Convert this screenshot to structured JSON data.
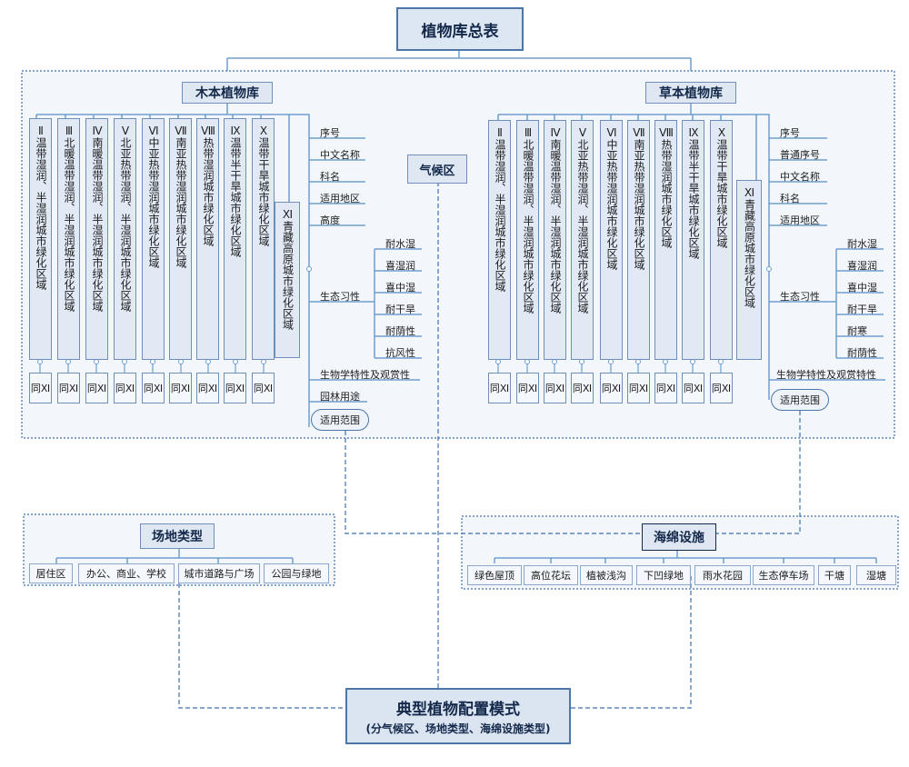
{
  "top": {
    "title": "植物库总表"
  },
  "climate": {
    "label": "气候区"
  },
  "woody": {
    "title": "木本植物库",
    "regions": [
      "Ⅱ温带湿润、半湿润城市绿化区域",
      "Ⅲ北暖温带湿润、半湿润城市绿化区域",
      "Ⅳ南暖温带湿润、半湿润城市绿化区域",
      "Ⅴ北亚热带湿润、半湿润城市绿化区域",
      "Ⅵ中亚热带湿润城市绿化区域",
      "Ⅶ南亚热带湿润城市绿化区域",
      "Ⅷ热带湿润城市绿化区域",
      "Ⅸ温带半干旱城市绿化区域",
      "Ⅹ温带干旱城市绿化区域"
    ],
    "tibet": "Ⅺ青藏高原城市绿化区域",
    "same": "同Ⅺ",
    "attrs": [
      "序号",
      "中文名称",
      "科名",
      "适用地区",
      "高度"
    ],
    "eco_label": "生态习性",
    "eco": [
      "耐水湿",
      "喜湿润",
      "喜中湿",
      "耐干旱",
      "耐荫性",
      "抗风性"
    ],
    "attrs2": [
      "生物学特性及观赏性",
      "园林用途"
    ],
    "scope": "适用范围"
  },
  "herb": {
    "title": "草本植物库",
    "regions": [
      "Ⅱ温带湿润、半湿润城市绿化区域",
      "Ⅲ北暖温带湿润、半湿润城市绿化区域",
      "Ⅳ南暖温带湿润、半湿润城市绿化区域",
      "Ⅴ北亚热带湿润、半湿润城市绿化区域",
      "Ⅵ中亚热带湿润城市绿化区域",
      "Ⅶ南亚热带湿润城市绿化区域",
      "Ⅷ热带湿润城市绿化区域",
      "Ⅸ温带半干旱城市绿化区域",
      "Ⅹ温带干旱城市绿化区域"
    ],
    "tibet": "Ⅺ青藏高原城市绿化区域",
    "same": "同Ⅺ",
    "attrs": [
      "序号",
      "普通序号",
      "中文名称",
      "科名",
      "适用地区"
    ],
    "eco_label": "生态习性",
    "eco": [
      "耐水湿",
      "喜湿润",
      "喜中湿",
      "耐干旱",
      "耐寒",
      "耐荫性"
    ],
    "attrs2": [
      "生物学特性及观赏特性"
    ],
    "scope": "适用范围"
  },
  "site": {
    "title": "场地类型",
    "items": [
      "居住区",
      "办公、商业、学校",
      "城市道路与广场",
      "公园与绿地"
    ]
  },
  "sponge": {
    "title": "海绵设施",
    "items": [
      "绿色屋顶",
      "高位花坛",
      "植被浅沟",
      "下凹绿地",
      "雨水花园",
      "生态停车场",
      "干塘",
      "湿塘"
    ]
  },
  "mode": {
    "title": "典型植物配置模式",
    "subtitle": "(分气候区、场地类型、海绵设施类型)"
  },
  "colors": {
    "border": "#4d76a8",
    "line": "#6e9fd0",
    "dash": "#3f6fb0",
    "fill": "#dde7f3"
  }
}
